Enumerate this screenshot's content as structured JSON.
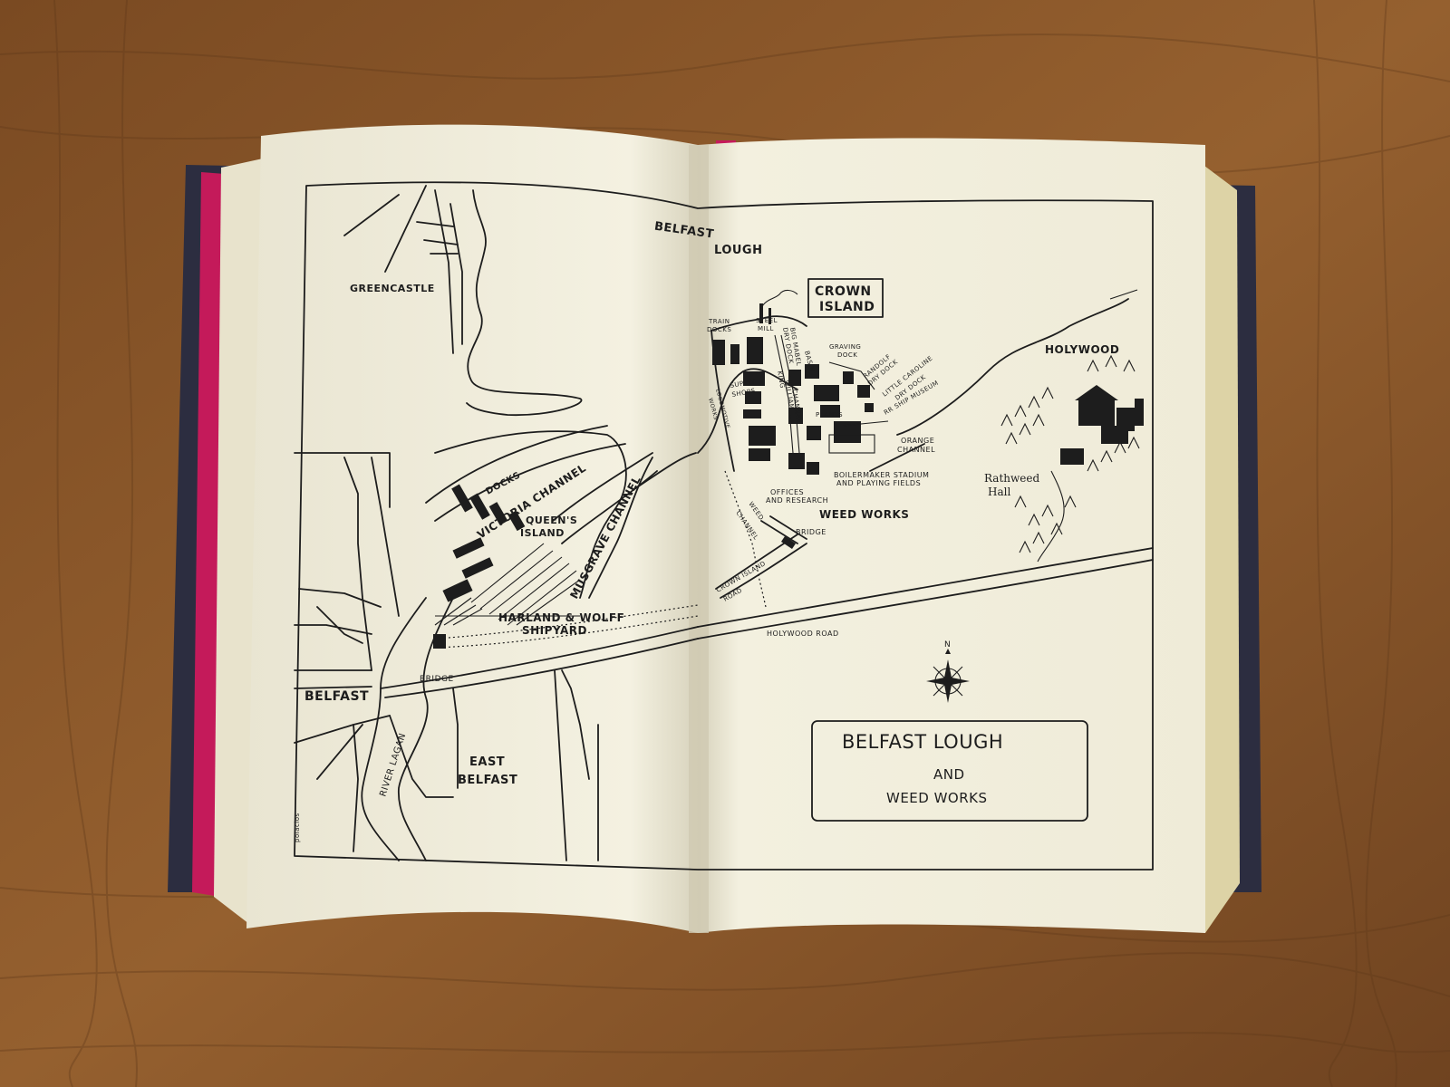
{
  "map": {
    "title_line1": "BELFAST LOUGH",
    "title_line2": "AND",
    "title_line3": "WEED WORKS",
    "compass_north": "N",
    "signature": "polacios",
    "labels": {
      "belfast_lough_1": "BELFAST",
      "belfast_lough_2": "LOUGH",
      "greencastle": "GREENCASTLE",
      "crown_island_1": "CROWN",
      "crown_island_2": "ISLAND",
      "holywood": "HOLYWOOD",
      "train_docks_1": "TRAIN",
      "train_docks_2": "DOCKS",
      "steel_mill_1": "STEEL",
      "steel_mill_2": "MILL",
      "big_mabel_1": "BIG MABEL",
      "big_mabel_2": "DRY DOCK",
      "basin": "BASIN",
      "graving_dock_1": "GRAVING",
      "graving_dock_2": "DOCK",
      "randolf_1": "RANDOLF",
      "randolf_2": "DRY DOCK",
      "little_caroline_1": "LITTLE CAROLINE",
      "little_caroline_2": "DRY DOCK",
      "rr_ship_museum": "RR SHIP MUSEUM",
      "supply_shops_1": "SUPPLY",
      "supply_shops_2": "SHOPS",
      "king_william_channel_1": "KING",
      "king_william_channel_2": "WILLIAM",
      "king_william_channel_3": "CHANNEL",
      "plants": "PLANTS",
      "locomotive_works_1": "LOCOMOTIVE",
      "locomotive_works_2": "WORKS",
      "orange_channel_1": "ORANGE",
      "orange_channel_2": "CHANNEL",
      "boilermaker_1": "BOILERMAKER STADIUM",
      "boilermaker_2": "AND PLAYING FIELDS",
      "offices_1": "OFFICES",
      "offices_2": "AND RESEARCH",
      "weed_works": "WEED WORKS",
      "weed_channel_1": "WEED",
      "weed_channel_2": "CHANNEL",
      "bridge_right": "BRIDGE",
      "crown_island_road_1": "CROWN ISLAND",
      "crown_island_road_2": "ROAD",
      "rathweed_hall_1": "Rathweed",
      "rathweed_hall_2": "Hall",
      "holywood_road": "HOLYWOOD ROAD",
      "docks": "DOCKS",
      "victoria_channel": "VICTORIA CHANNEL",
      "queens_island_1": "QUEEN'S",
      "queens_island_2": "ISLAND",
      "musgrave_channel": "MUSGRAVE CHANNEL",
      "harland_wolff_1": "HARLAND & WOLFF",
      "harland_wolff_2": "SHIPYARD",
      "belfast": "BELFAST",
      "bridge_left": "BRIDGE",
      "east_belfast_1": "EAST",
      "east_belfast_2": "BELFAST",
      "river_lagan": "RIVER LAGAN"
    }
  },
  "colors": {
    "table": "#8a5a2b",
    "page": "#f3f0df",
    "ink": "#1d1d1d",
    "cover": "#2c2d40",
    "endpaper": "#c41a5a"
  }
}
